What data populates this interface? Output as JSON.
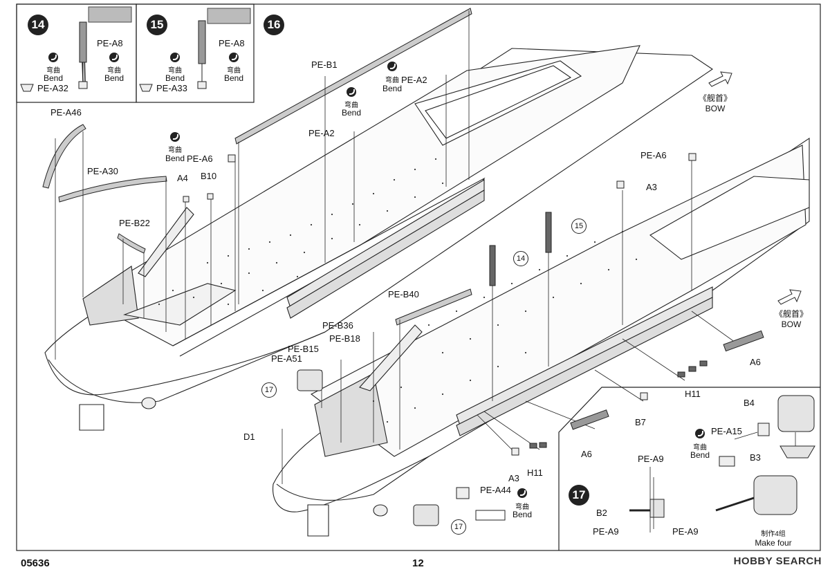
{
  "footer": {
    "code": "05636",
    "page": "12",
    "watermark": "HOBBY SEARCH"
  },
  "steps": {
    "s14": "14",
    "s15": "15",
    "s16": "16",
    "s17": "17"
  },
  "bend": {
    "cn": "弯曲",
    "en": "Bend"
  },
  "bow": {
    "cn": "《舰首》",
    "en": "BOW"
  },
  "make_four": {
    "cn": "制作4组",
    "en": "Make four"
  },
  "ref": {
    "r14": "14",
    "r15": "15",
    "r17": "17"
  },
  "labels": {
    "pe_a8": "PE-A8",
    "pe_a32": "PE-A32",
    "pe_a33": "PE-A33",
    "pe_a46": "PE-A46",
    "pe_a30": "PE-A30",
    "pe_b22": "PE-B22",
    "a4": "A4",
    "b10": "B10",
    "pe_a6": "PE-A6",
    "pe_b1": "PE-B1",
    "pe_a2": "PE-A2",
    "a3": "A3",
    "pe_b40": "PE-B40",
    "pe_b36": "PE-B36",
    "pe_b18": "PE-B18",
    "pe_b15": "PE-B15",
    "pe_a51": "PE-A51",
    "d1": "D1",
    "pe_a44": "PE-A44",
    "h11": "H11",
    "a6": "A6",
    "b7": "B7",
    "b4": "B4",
    "pe_a15": "PE-A15",
    "b3": "B3",
    "pe_a9": "PE-A9",
    "b2": "B2"
  }
}
